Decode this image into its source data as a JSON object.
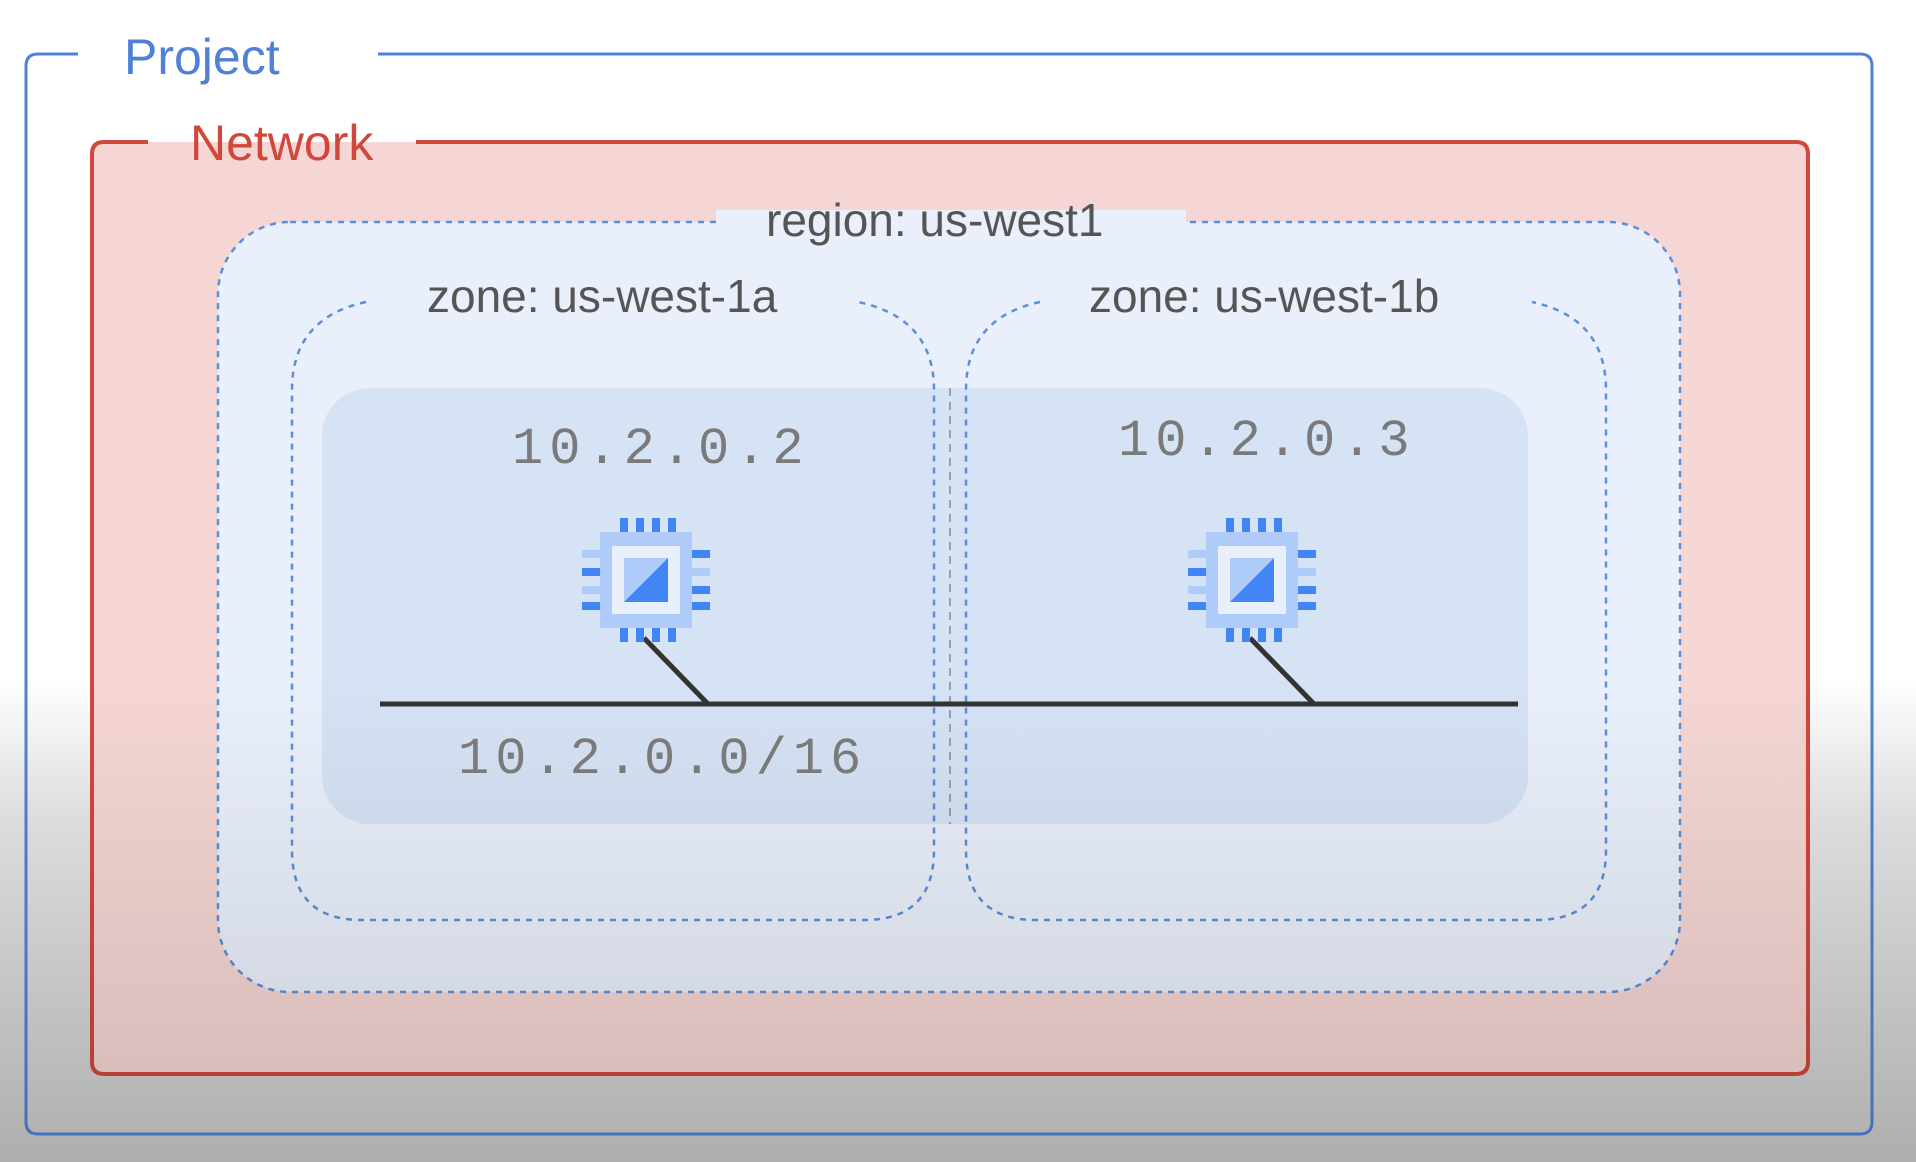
{
  "project": {
    "label": "Project"
  },
  "network": {
    "label": "Network"
  },
  "region": {
    "label": "region: us-west1"
  },
  "zones": [
    {
      "label": "zone: us-west-1a"
    },
    {
      "label": "zone: us-west-1b"
    }
  ],
  "instances": [
    {
      "ip": "10.2.0.2",
      "icon": "compute-engine-chip-icon"
    },
    {
      "ip": "10.2.0.3",
      "icon": "compute-engine-chip-icon"
    }
  ],
  "subnet": {
    "cidr": "10.2.0.0/16"
  },
  "colors": {
    "project_border": "#4f82d6",
    "network_border": "#d2473c",
    "network_fill": "#f5d6d4",
    "region_fill": "#eaf0fb",
    "dashed_border": "#5b8fd9",
    "subnet_fill": "#d6e3f5",
    "chip_light": "#aecbfa",
    "chip_dark": "#4285f4",
    "wire": "#333333"
  }
}
